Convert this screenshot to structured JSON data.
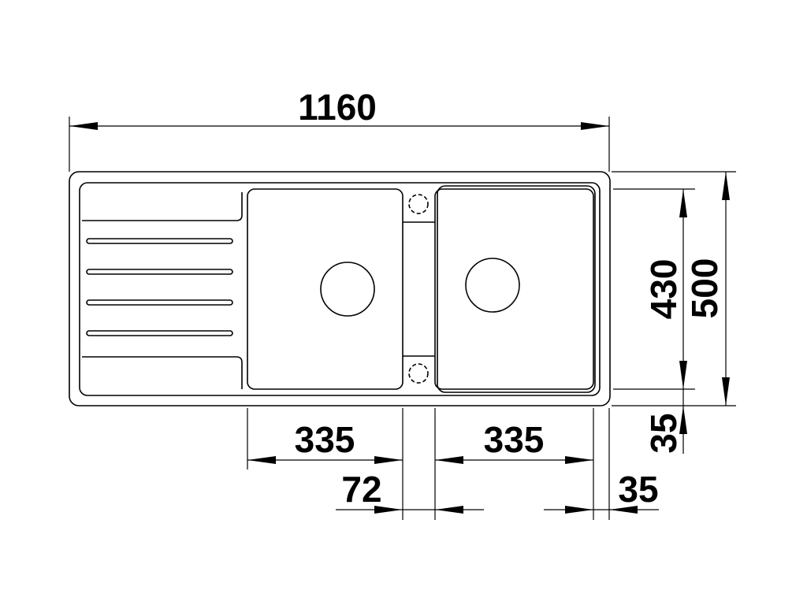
{
  "dimensions": {
    "overall_width": "1160",
    "bowl_depth": "430",
    "overall_depth": "500",
    "bowl_left_width": "335",
    "bowl_right_width": "335",
    "divider_width": "72",
    "front_margin": "35",
    "right_margin": "35"
  },
  "colors": {
    "line": "#000000",
    "background": "#ffffff"
  }
}
